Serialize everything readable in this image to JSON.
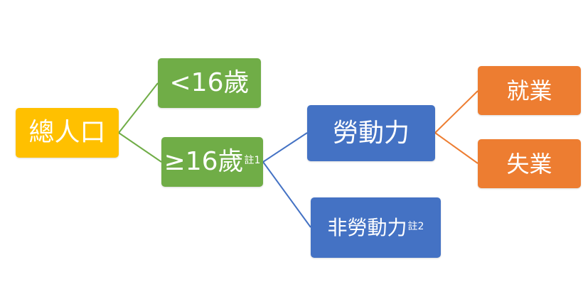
{
  "colors": {
    "yellow": "#FFC000",
    "green": "#70AD47",
    "blue": "#4472C4",
    "orange": "#ED7D31"
  },
  "nodes": {
    "total": {
      "label": "總人口"
    },
    "under16": {
      "label": "<16歲"
    },
    "over16": {
      "label": "≥16歲",
      "note": "註1"
    },
    "labor": {
      "label": "勞動力"
    },
    "nonlabor": {
      "label": "非勞動力",
      "note": "註2"
    },
    "employed": {
      "label": "就業"
    },
    "unemployed": {
      "label": "失業"
    }
  }
}
